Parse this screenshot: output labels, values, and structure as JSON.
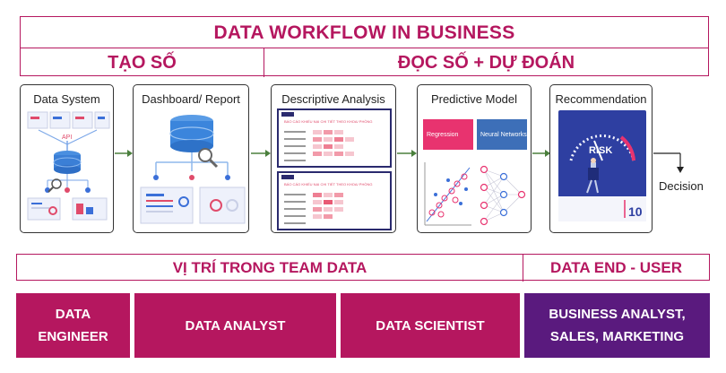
{
  "header": {
    "title": "DATA WORKFLOW IN BUSINESS",
    "phase_left": "TẠO SỐ",
    "phase_right": "ĐỌC SỐ + DỰ ĐOÁN"
  },
  "workflow": {
    "steps": [
      {
        "label": "Data System"
      },
      {
        "label": "Dashboard/ Report"
      },
      {
        "label": "Descriptive Analysis"
      },
      {
        "label": "Predictive Model"
      },
      {
        "label": "Recommendation"
      }
    ],
    "final_label": "Decision",
    "data_system_api": "API",
    "predictive_tags": [
      "Regression",
      "Neural Networks"
    ],
    "risk_word": "RISK",
    "page_number": "10",
    "report_caption": "BÁO CÁO KHIẾU NẠI CHI TIẾT THEO KHOA/ PHÒNG"
  },
  "roles": {
    "left_header": "VỊ TRÍ TRONG TEAM DATA",
    "right_header": "DATA END - USER",
    "boxes": [
      {
        "line1": "DATA",
        "line2": "ENGINEER"
      },
      {
        "line1": "DATA ANALYST",
        "line2": ""
      },
      {
        "line1": "DATA SCIENTIST",
        "line2": ""
      },
      {
        "line1": "BUSINESS ANALYST,",
        "line2": "SALES, MARKETING"
      }
    ]
  },
  "colors": {
    "brand": "#b5175f",
    "role_pink": "#b5175f",
    "role_purple": "#5a1a7e",
    "arrow": "#4a7f3c"
  }
}
